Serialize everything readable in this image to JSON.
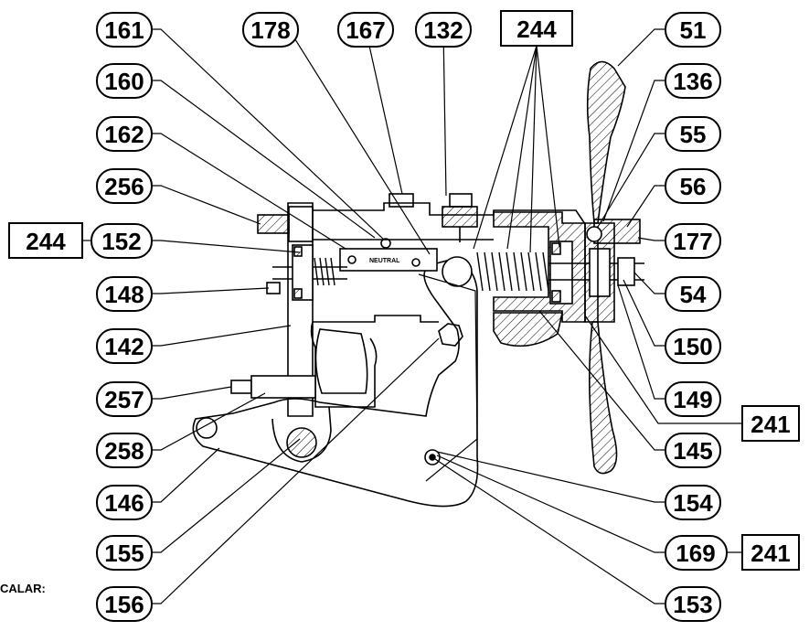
{
  "diagram": {
    "callouts": {
      "c161": "161",
      "c178": "178",
      "c167": "167",
      "c132": "132",
      "c244_top": "244",
      "c51": "51",
      "c160": "160",
      "c136": "136",
      "c162": "162",
      "c55": "55",
      "c256": "256",
      "c56": "56",
      "c244_left": "244",
      "c152": "152",
      "c177": "177",
      "c148": "148",
      "c54": "54",
      "c142": "142",
      "c150": "150",
      "c257": "257",
      "c149": "149",
      "c258": "258",
      "c241_a": "241",
      "c146": "146",
      "c145": "145",
      "c154": "154",
      "c155": "155",
      "c169": "169",
      "c241_b": "241",
      "c156": "156",
      "c153": "153"
    },
    "plate_label": "NEUTRAL",
    "corner_label": "CALAR:"
  }
}
